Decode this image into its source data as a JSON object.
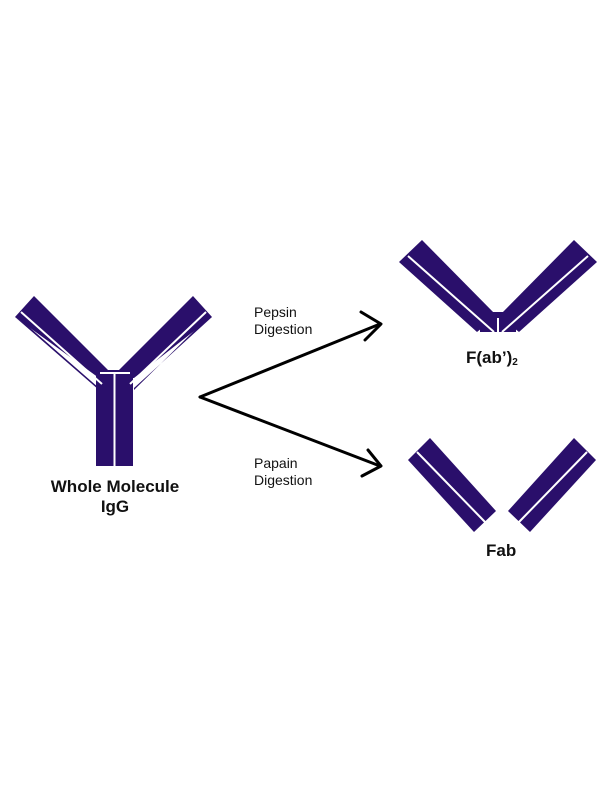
{
  "colors": {
    "antibody": "#2a0f6b",
    "arrow": "#000000",
    "text": "#111111",
    "background": "#ffffff"
  },
  "labels": {
    "whole_line1": "Whole Molecule",
    "whole_line2": "IgG",
    "pepsin_line1": "Pepsin",
    "pepsin_line2": "Digestion",
    "papain_line1": "Papain",
    "papain_line2": "Digestion",
    "fab2_main": "F(ab’)",
    "fab2_sub": "2",
    "fab": "Fab"
  }
}
